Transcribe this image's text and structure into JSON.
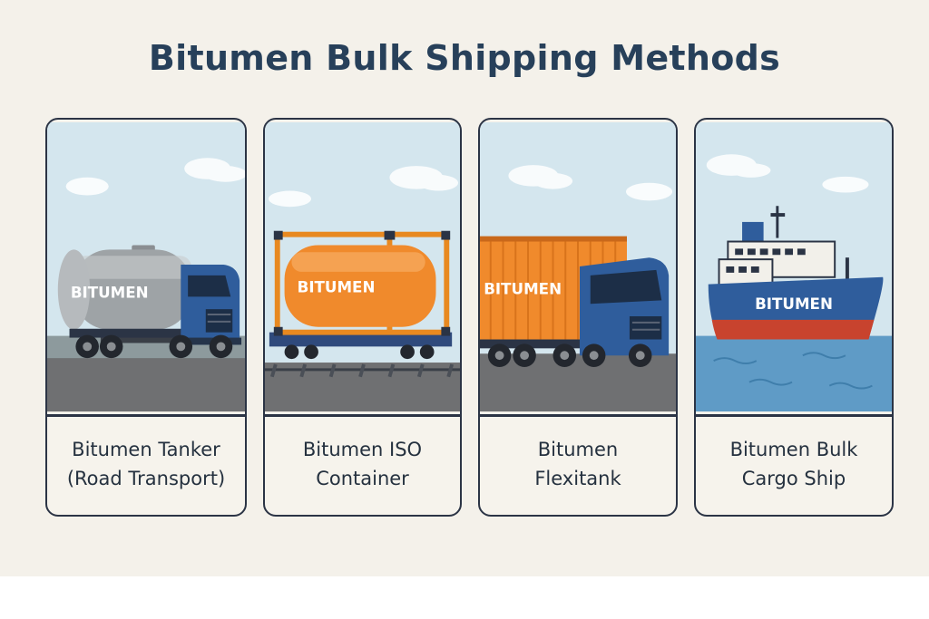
{
  "title": "Bitumen Bulk Shipping Methods",
  "cards": [
    {
      "name": "road-tanker",
      "vehicle_label": "BITUMEN",
      "caption": [
        "Bitumen Tanker",
        "(Road Transport)"
      ]
    },
    {
      "name": "iso-container",
      "vehicle_label": "BITUMEN",
      "caption": [
        "Bitumen ISO",
        "Container"
      ]
    },
    {
      "name": "flexitank",
      "vehicle_label": "BITUMEN",
      "caption": [
        "Bitumen",
        "Flexitank"
      ]
    },
    {
      "name": "bulk-ship",
      "vehicle_label": "BITUMEN",
      "caption": [
        "Bitumen Bulk",
        "Cargo Ship"
      ]
    }
  ],
  "colors": {
    "title": "#27405a",
    "border": "#2b3445",
    "sky": "#d4e6ee",
    "road": "#6f7072",
    "cab_blue": "#2f5d9c",
    "orange": "#f08a2c",
    "hull_red": "#c8432e",
    "sea": "#5f9bc6"
  }
}
